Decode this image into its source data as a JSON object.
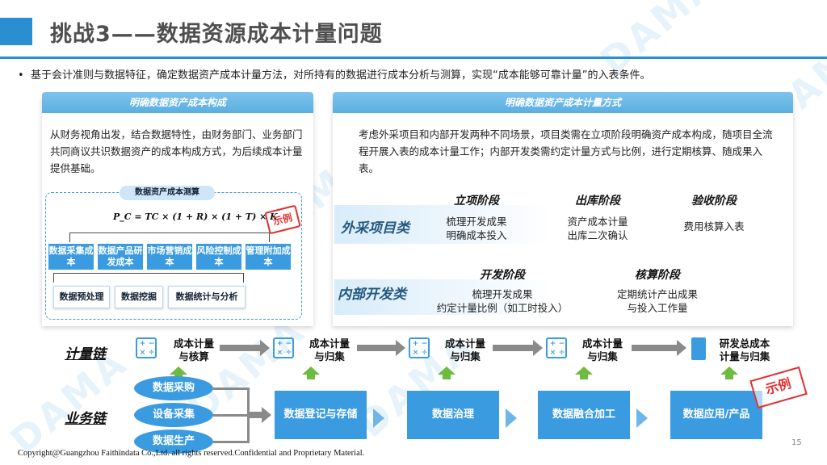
{
  "header": {
    "title": "挑战3——数据资源成本计量问题"
  },
  "intro": "基于会计准则与数据特征，确定数据资产成本计量方法，对所持有的数据进行成本分析与测算，实现“成本能够可靠计量”的入表条件。",
  "left_panel": {
    "heading": "明确数据资产成本构成",
    "text": "从财务视角出发，结合数据特性，由财务部门、业务部门共同商议共识数据资产的成本构成方式，为后续成本计量提供基础。",
    "formula_tag": "数据资产成本测算",
    "formula": "P_C = TC × (1 + R) × (1 + T) × K",
    "stamp": "示例",
    "cost_items": [
      "数据采集成本",
      "数据产品研发成本",
      "市场营销成本",
      "风险控制成本",
      "管理附加成本"
    ],
    "process_items": [
      "数据预处理",
      "数据挖掘",
      "数据统计与分析"
    ]
  },
  "right_panel": {
    "heading": "明确数据资产成本计量方式",
    "text": "考虑外采项目和内部开发两种不同场景，项目类需在立项阶段明确资产成本构成，随项目全流程开展入表的成本计量工作；内部开发类需约定计量方式与比例，进行定期核算、随成果入表。",
    "outsourced": {
      "label": "外采项目类",
      "stages": [
        {
          "name": "立项阶段",
          "text": "梳理开发成果\n明确成本投入"
        },
        {
          "name": "出库阶段",
          "text": "资产成本计量\n出库二次确认"
        },
        {
          "name": "验收阶段",
          "text": "费用核算入表"
        }
      ]
    },
    "internal": {
      "label": "内部开发类",
      "stages": [
        {
          "name": "开发阶段",
          "text": "梳理开发成果\n约定计量比例（如工时投入）"
        },
        {
          "name": "核算阶段",
          "text": "定期统计产出成果\n与投入工作量"
        }
      ]
    }
  },
  "chains": {
    "measure_label": "计量链",
    "business_label": "业务链",
    "measure_steps": [
      "成本计量\n与核算",
      "成本计量\n与归集",
      "成本计量\n与归集",
      "成本计量\n与归集",
      "研发总成本\n计量与归集"
    ],
    "sources": [
      "数据采购",
      "设备采集",
      "数据生产"
    ],
    "business_steps": [
      "数据登记与存储",
      "数据治理",
      "数据融合加工",
      "数据应用/产品"
    ],
    "stamp": "示例"
  },
  "footer": "Copyright@Guangzhou Faithindata Co.,Ltd. all rights reserved.Confidential and Proprietary Material.",
  "page_number": "15",
  "watermark": "DAMA",
  "colors": {
    "accent": "#2a8fd0",
    "box": "#3a9be0",
    "arrow_up": "#6dbb3f",
    "stamp": "#e03030"
  }
}
